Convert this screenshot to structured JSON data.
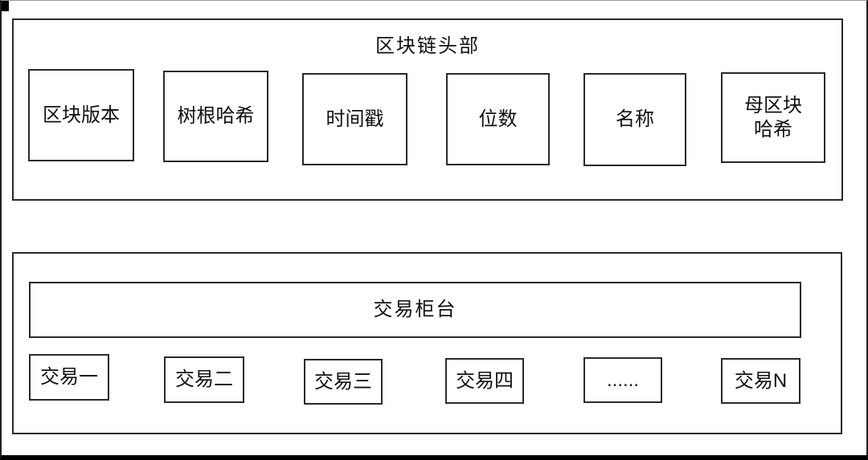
{
  "figure": {
    "header_section": {
      "title": "区块链头部",
      "fields": [
        {
          "label": "区块版本"
        },
        {
          "label": "树根哈希"
        },
        {
          "label": "时间戳"
        },
        {
          "label": "位数"
        },
        {
          "label": "名称"
        },
        {
          "label": "母区块哈希"
        }
      ]
    },
    "body_section": {
      "title": "交易柜台",
      "transactions": [
        {
          "label": "交易一"
        },
        {
          "label": "交易二"
        },
        {
          "label": "交易三"
        },
        {
          "label": "交易四"
        },
        {
          "label": "......"
        },
        {
          "label": "交易N"
        }
      ]
    },
    "colors": {
      "line": "#2a2a2a",
      "text": "#111111",
      "background": "#ffffff"
    }
  }
}
